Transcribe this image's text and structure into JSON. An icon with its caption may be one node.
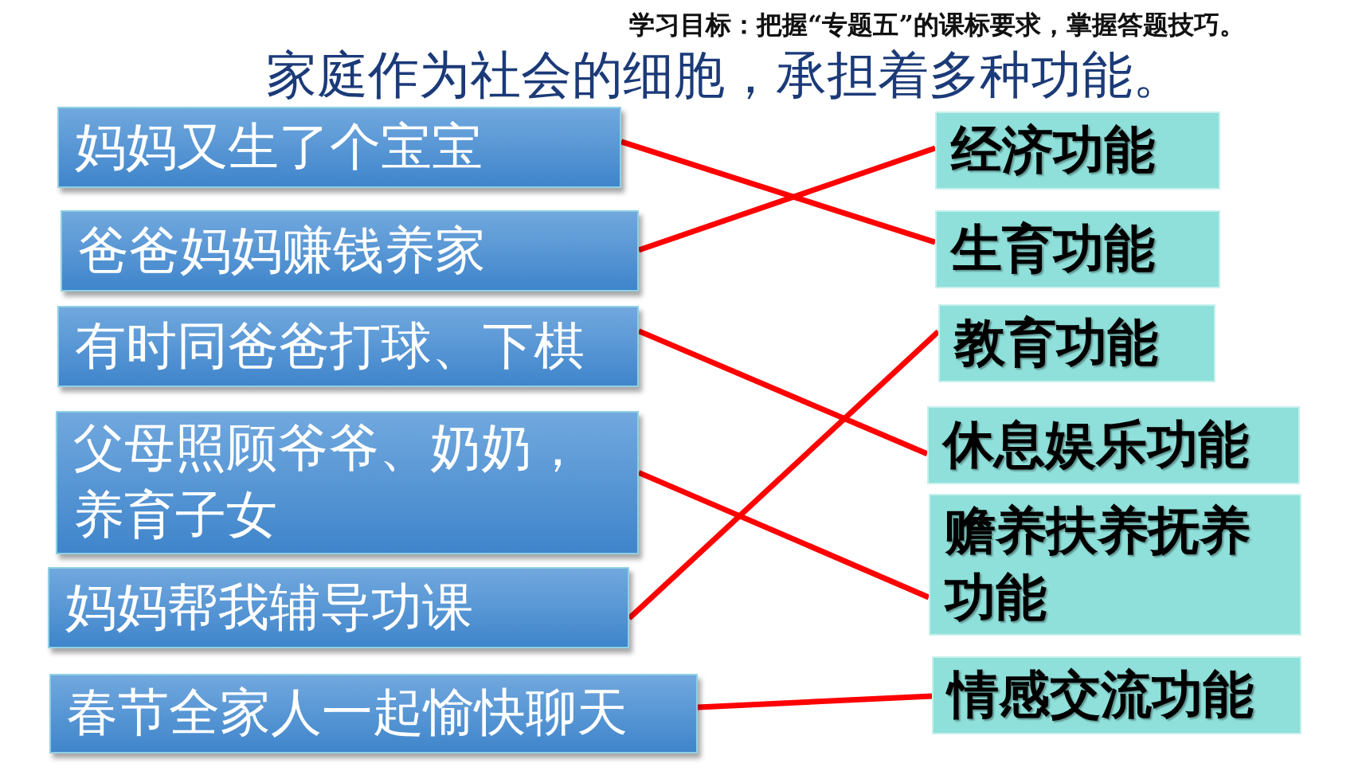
{
  "diagram": {
    "title": "家庭作为社会的细胞，承担着多种功能。",
    "nodes": [
      {
        "text": [
          "妈妈又生了个宝宝"
        ]
      },
      {
        "text": [
          "爸爸妈妈赚钱养家"
        ]
      },
      {
        "text": [
          "有时同爸爸打球、下棋"
        ]
      },
      {
        "text": [
          "父母照顾爷爷、奶奶，养育子女"
        ]
      },
      {
        "text": [
          "妈妈帮我辅导功课"
        ]
      },
      {
        "text": [
          "春节全家人一起愉快聊天"
        ]
      },
      {
        "text": [
          "经济功能"
        ]
      },
      {
        "text": [
          "生育功能"
        ]
      },
      {
        "text": [
          "教育功能"
        ]
      },
      {
        "text": [
          "休息娱乐功能"
        ]
      },
      {
        "text": [
          "赡养扶养抚养功能"
        ]
      },
      {
        "text": [
          "情感交流功能"
        ]
      }
    ],
    "edges": [
      {
        "from": 0,
        "to": 7,
        "arrow": "none"
      },
      {
        "from": 1,
        "to": 6,
        "arrow": "none"
      },
      {
        "from": 2,
        "to": 9,
        "arrow": "none"
      },
      {
        "from": 3,
        "to": 10,
        "arrow": "none"
      },
      {
        "from": 4,
        "to": 8,
        "arrow": "none"
      },
      {
        "from": 5,
        "to": 11,
        "arrow": "none"
      }
    ],
    "labels": [
      "学习目标：把握“专题五”的课标要求，掌握答题技巧。"
    ]
  }
}
